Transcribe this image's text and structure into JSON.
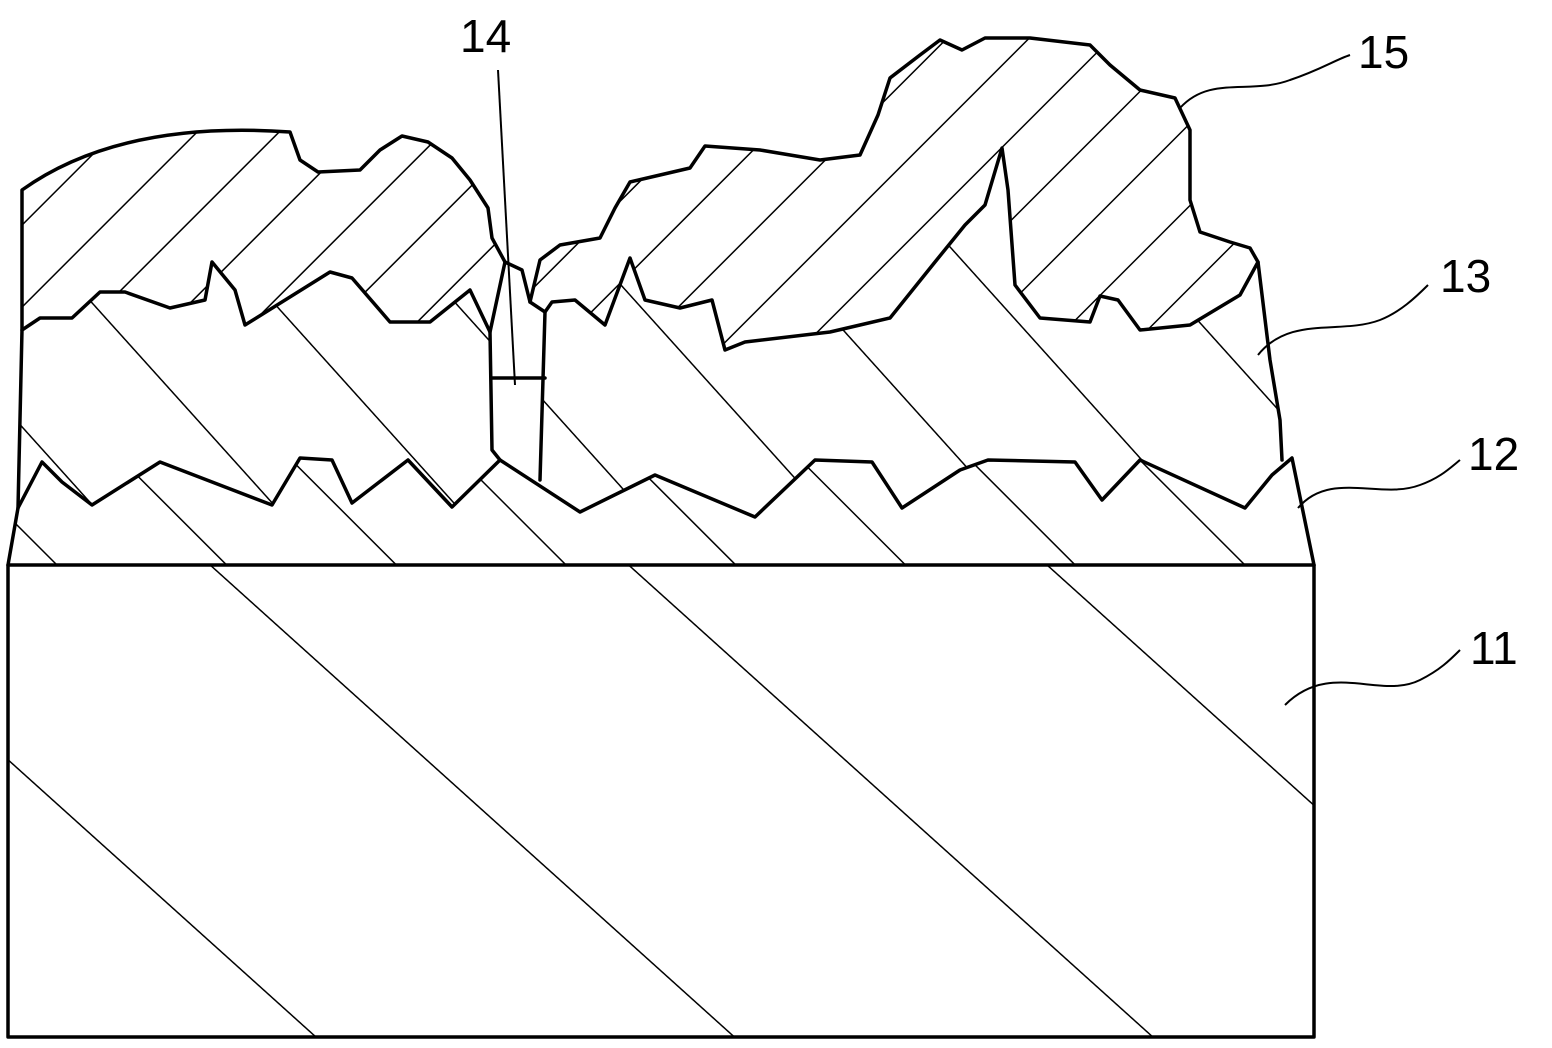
{
  "figure": {
    "labels": {
      "substrate": "11",
      "seed_layer": "12",
      "layer_13": "13",
      "gap": "14",
      "top_layer": "15"
    }
  }
}
